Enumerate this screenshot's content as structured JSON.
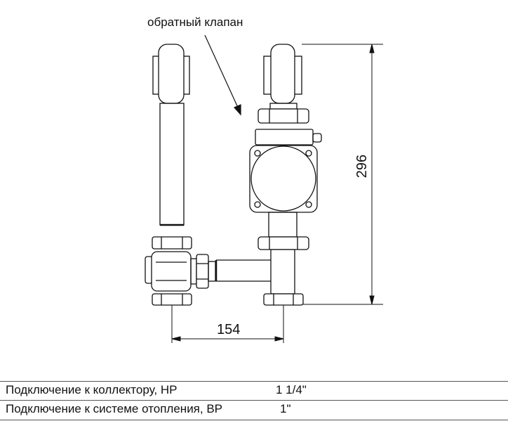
{
  "callout": "обратный клапан",
  "dimensions": {
    "height": "296",
    "width": "154"
  },
  "table": {
    "rows": [
      {
        "label": "Подключение к коллектору, НР",
        "value": "1 1/4\""
      },
      {
        "label": "Подключение к системе отопления, ВР",
        "value": "1\""
      }
    ]
  }
}
